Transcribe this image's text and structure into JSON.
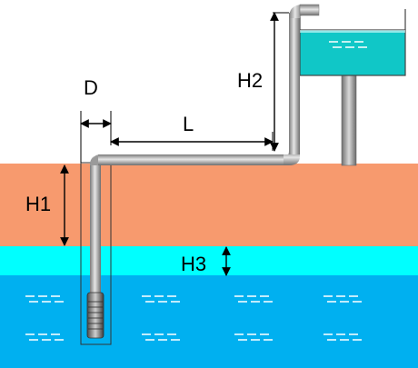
{
  "labels": {
    "diameter": "D",
    "length": "L",
    "height_1": "H1",
    "height_2": "H2",
    "height_3": "H3"
  },
  "colors": {
    "soil": "#f79a6e",
    "groundwater_top": "#00ffff",
    "groundwater": "#00b0f0",
    "tank_water": "#10c7c7",
    "pipe": "#b5b5b5",
    "dimension_line": "#000000"
  },
  "icons": {
    "pump": "submersible-pump-icon",
    "tank": "water-tank-icon"
  }
}
